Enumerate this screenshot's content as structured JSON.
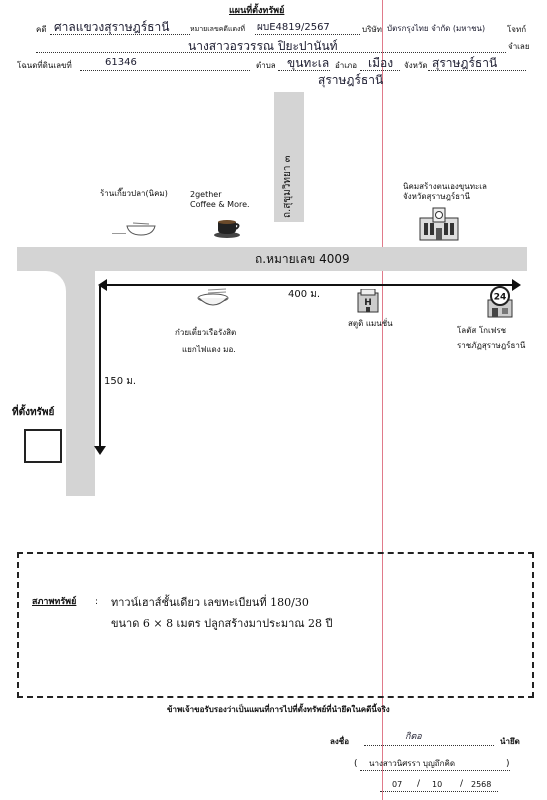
{
  "header": {
    "title": "แผนที่ตั้งทรัพย์",
    "case_label": "คดี",
    "court": "ศาลแขวงสุราษฎร์ธานี",
    "blackno_label": "หมายเลขคดีแดงที่",
    "blackno": "ผบE4819/2567",
    "plaintiff_label": "บริษัท",
    "plaintiff": "บัตรกรุงไทย จำกัด (มหาชน)",
    "plaintiff_role": "โจทก์",
    "defendant": "นางสาวอรวรรณ ปิยะปานันท์",
    "defendant_role": "จำเลย",
    "deed_label": "โฉนดที่ดินเลขที่",
    "deed_no": "61346",
    "subdistrict_label": "ตำบล",
    "subdistrict": "ขุนทะเล",
    "district_label": "อำเภอ",
    "district": "เมือง",
    "province_label": "จังหวัด",
    "province": "สุราษฎร์ธานี",
    "province_line2": "สุราษฎร์ธานี"
  },
  "map": {
    "vertical_road": "ถ.สุขุมวิทยา ๓",
    "horizontal_road": "ถ.หมายเลข 4009",
    "landmark_fish_noodle": "ร้านเกี๊ยวปลา(นิคม)",
    "landmark_coffee": "2gether\nCoffee & More.",
    "landmark_nikom_line1": "นิคมสร้างตนเองขุนทะเล",
    "landmark_nikom_line2": "จังหวัดสุราษฎร์ธานี",
    "landmark_boat_noodle_line1": "ก๋วยเตี๋ยวเรือรังสิต",
    "landmark_boat_noodle_line2": "แยกไฟแดง มอ.",
    "landmark_mansion": "สตูดิ แมนชั่น",
    "landmark_lotus_line1": "โลตัส โกเฟรช",
    "landmark_lotus_line2": "ราชภัฏสุราษฎร์ธานี",
    "lotus_badge": "24",
    "hotel_badge": "H",
    "distance_horizontal": "400 ม.",
    "distance_vertical": "150 ม.",
    "property_label": "ที่ตั้งทรัพย์"
  },
  "property": {
    "label": "สภาพทรัพย์",
    "colon": ":",
    "line1": "ทาวน์เฮาส์ชั้นเดียว เลขทะเบียนที่ 180/30",
    "line2": "ขนาด 6 × 8 เมตร ปลูกสร้างมาประมาณ 28 ปี"
  },
  "certify": {
    "statement": "ข้าพเจ้าขอรับรองว่าเป็นแผนที่การไปที่ตั้งทรัพย์ที่นำยึดในคดีนี้จริง",
    "sign_label": "ลงชื่อ",
    "signature": "กิตอ",
    "role": "นำยึด",
    "name_open": "(",
    "name": "นางสาวนิศรรา บุญถึกคิด",
    "name_close": ")",
    "date_day": "07",
    "date_month": "10",
    "date_year": "2568",
    "slash": "/"
  }
}
